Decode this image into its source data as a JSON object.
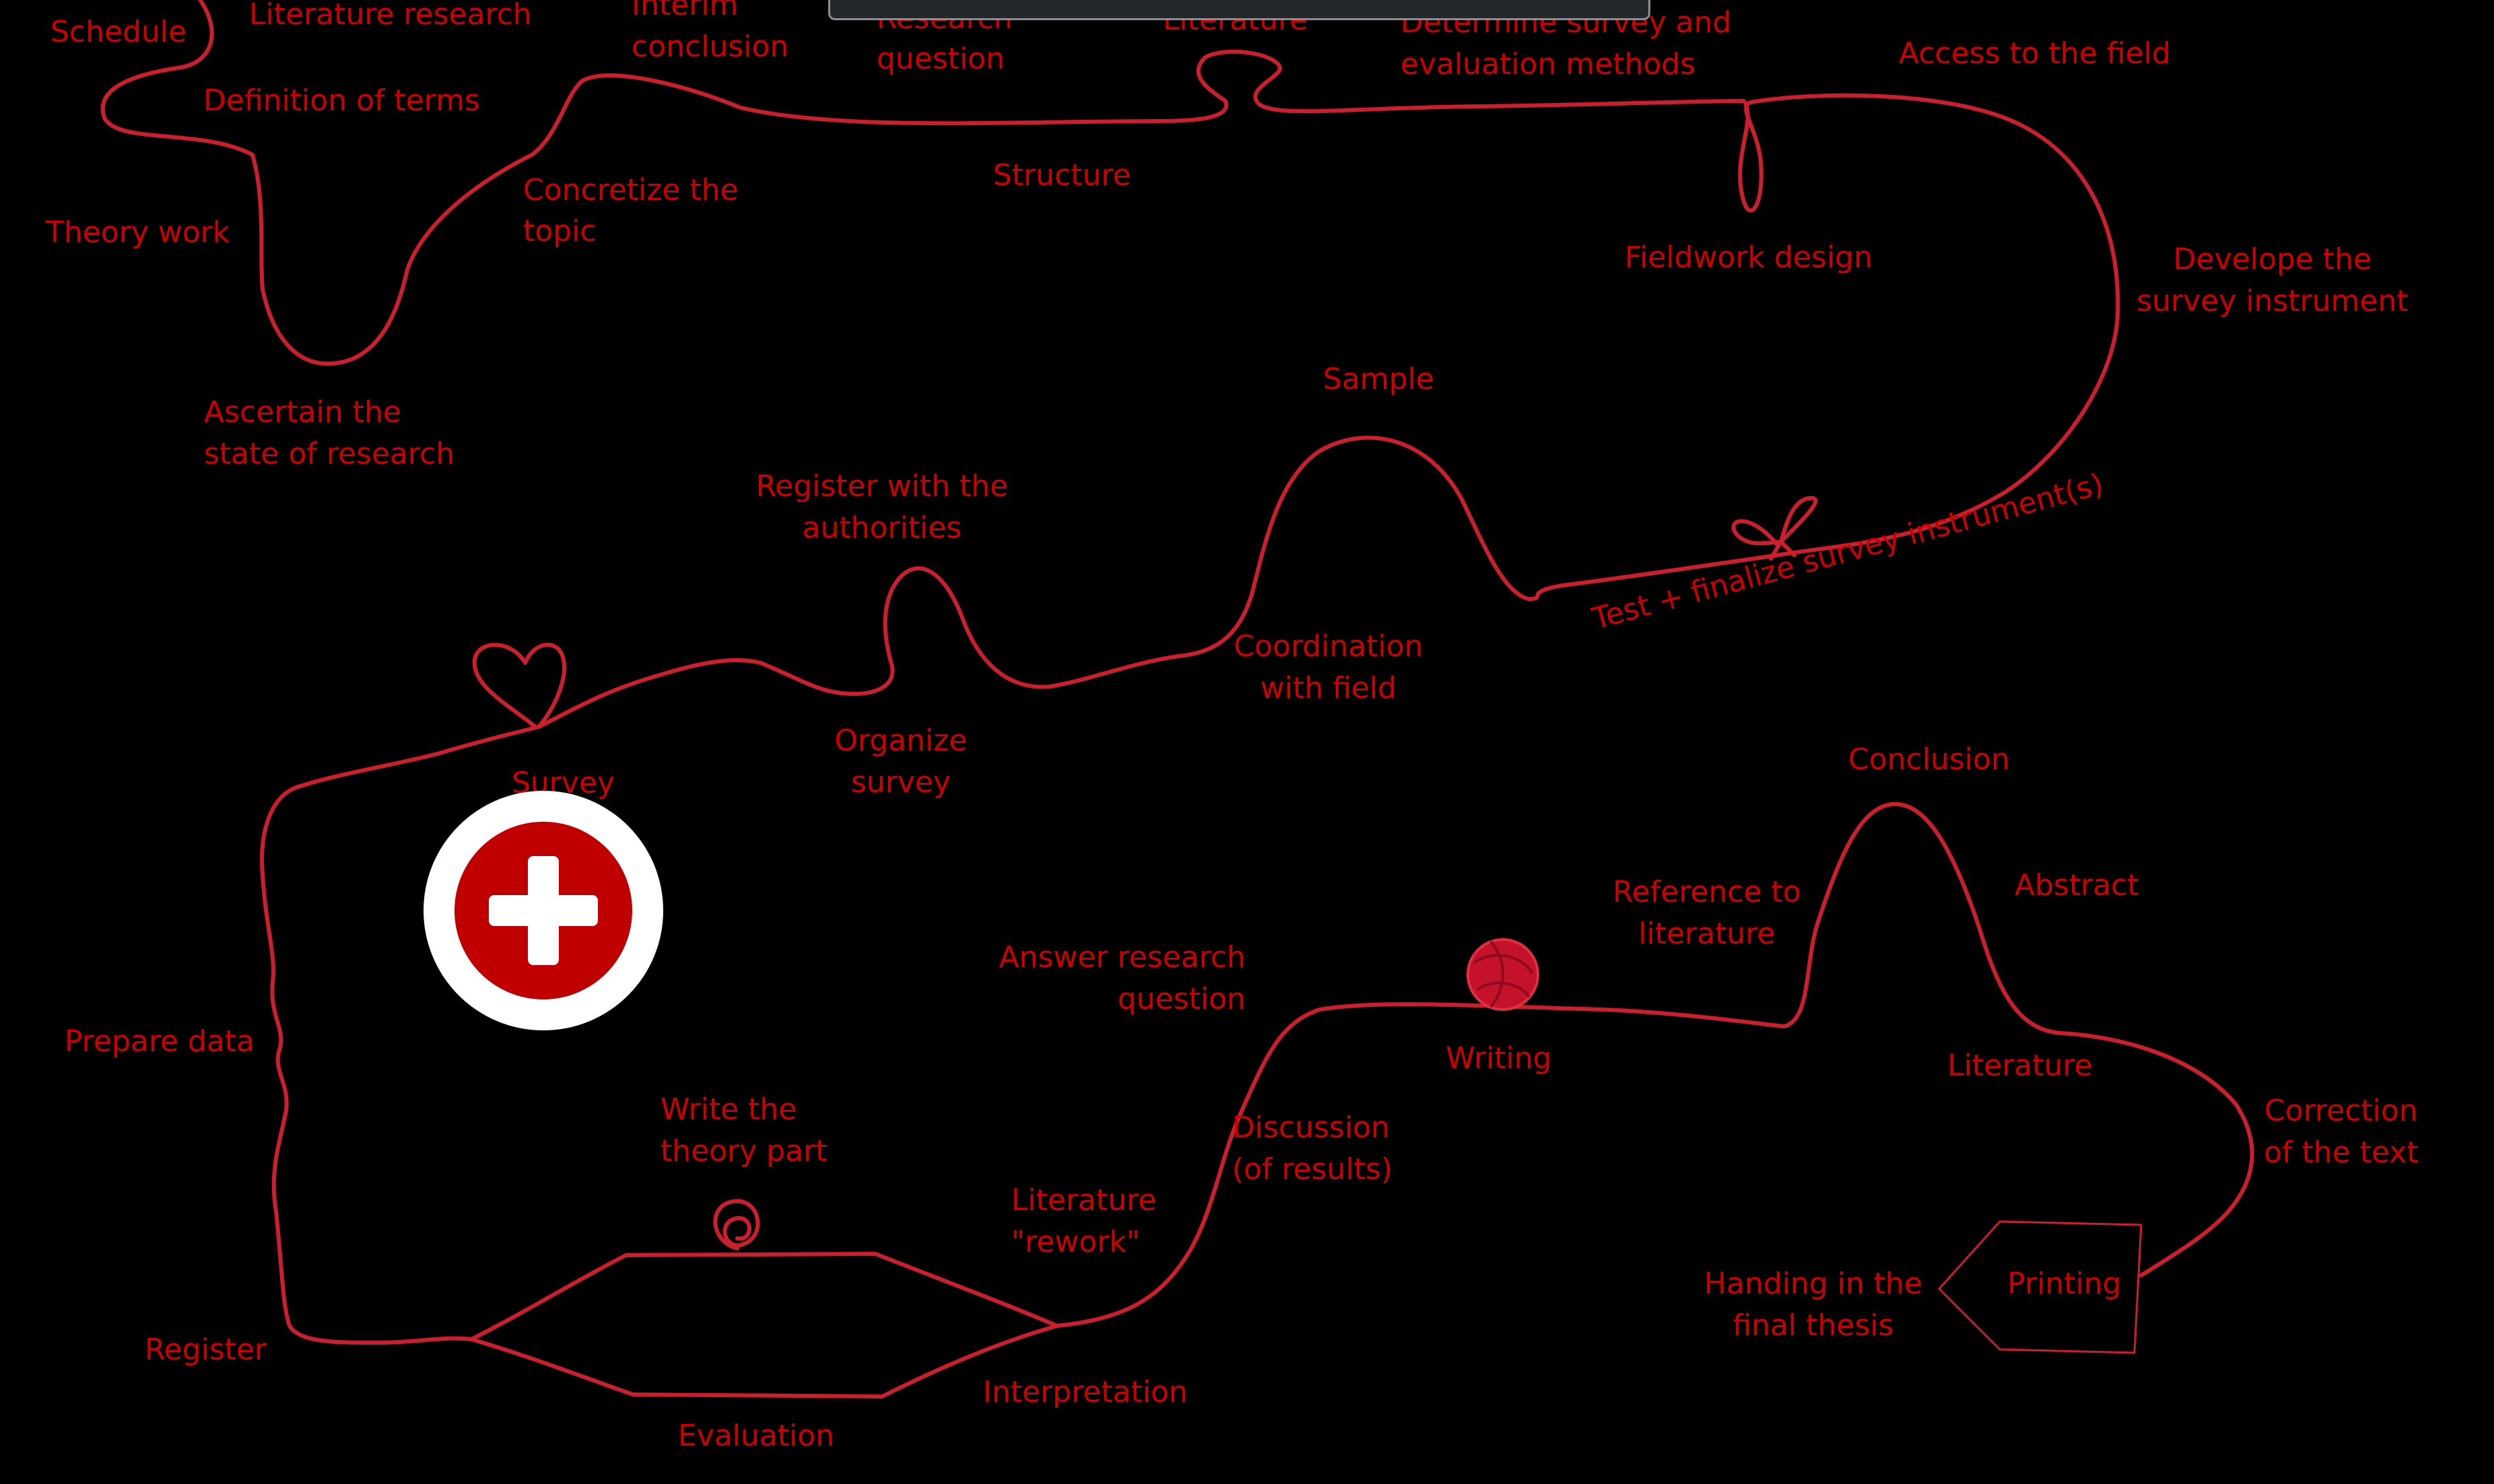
{
  "theme": {
    "background": "#000000",
    "label_color": "#cc0000",
    "thread_color": "#cc1f2d",
    "add_button_color": "#c00000",
    "add_button_ring": "#ffffff"
  },
  "labels": {
    "schedule": "Schedule",
    "literature_research": "Literature research",
    "interim_conclusion": [
      "Interim",
      "conclusion"
    ],
    "research_question": [
      "Research",
      "question"
    ],
    "literature_top": "Literature",
    "determine_methods": [
      "Determine survey and",
      "evaluation methods"
    ],
    "access_field": "Access to the field",
    "definition_terms": "Definition of terms",
    "concretize_topic": [
      "Concretize the",
      "topic"
    ],
    "structure": "Structure",
    "theory_work": "Theory work",
    "fieldwork_design": "Fieldwork design",
    "develope_instrument": [
      "Develope the",
      "survey instrument"
    ],
    "ascertain_state": [
      "Ascertain the",
      "state of research"
    ],
    "sample": "Sample",
    "register_authorities": [
      "Register with the",
      "authorities"
    ],
    "test_finalize": "Test + finalize survey instrument(s)",
    "coordination_field": [
      "Coordination",
      "with field"
    ],
    "organize_survey": [
      "Organize",
      "survey"
    ],
    "survey": "Survey",
    "conclusion": "Conclusion",
    "reference_literature": [
      "Reference to",
      "literature"
    ],
    "abstract": "Abstract",
    "answer_research_question": [
      "Answer research",
      "question"
    ],
    "writing": "Writing",
    "literature_bottom": "Literature",
    "prepare_data": "Prepare data",
    "correction_text": [
      "Correction",
      "of the text"
    ],
    "write_theory": [
      "Write the",
      "theory part"
    ],
    "discussion_results": [
      "Discussion",
      "(of results)"
    ],
    "literature_rework": [
      "Literature",
      "\"rework\""
    ],
    "handing_in": [
      "Handing in the",
      "final thesis"
    ],
    "printing": "Printing",
    "register": "Register",
    "interpretation": "Interpretation",
    "evaluation": "Evaluation"
  },
  "add_button": {
    "icon": "plus-icon"
  }
}
